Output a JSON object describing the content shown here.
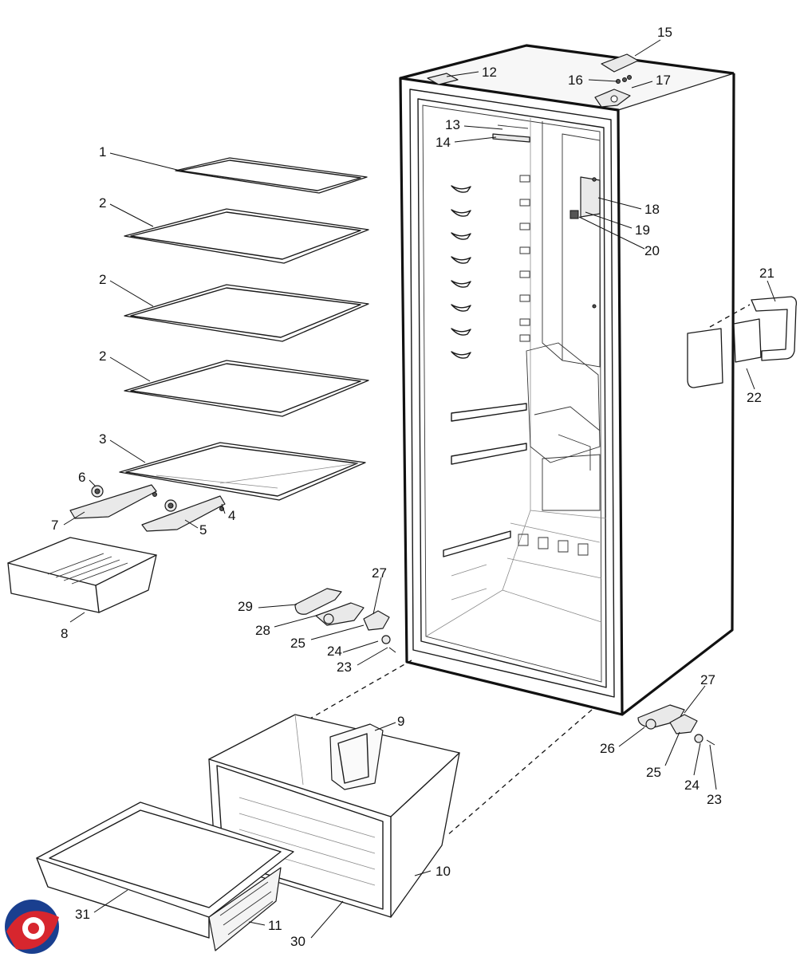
{
  "callouts": [
    {
      "id": "p1",
      "label": "1"
    },
    {
      "id": "p2a",
      "label": "2"
    },
    {
      "id": "p2b",
      "label": "2"
    },
    {
      "id": "p2c",
      "label": "2"
    },
    {
      "id": "p3",
      "label": "3"
    },
    {
      "id": "p4",
      "label": "4"
    },
    {
      "id": "p5",
      "label": "5"
    },
    {
      "id": "p6",
      "label": "6"
    },
    {
      "id": "p7",
      "label": "7"
    },
    {
      "id": "p8",
      "label": "8"
    },
    {
      "id": "p9",
      "label": "9"
    },
    {
      "id": "p10",
      "label": "10"
    },
    {
      "id": "p11",
      "label": "11"
    },
    {
      "id": "p12",
      "label": "12"
    },
    {
      "id": "p13",
      "label": "13"
    },
    {
      "id": "p14",
      "label": "14"
    },
    {
      "id": "p15",
      "label": "15"
    },
    {
      "id": "p16",
      "label": "16"
    },
    {
      "id": "p17",
      "label": "17"
    },
    {
      "id": "p18",
      "label": "18"
    },
    {
      "id": "p19",
      "label": "19"
    },
    {
      "id": "p20",
      "label": "20"
    },
    {
      "id": "p21",
      "label": "21"
    },
    {
      "id": "p22",
      "label": "22"
    },
    {
      "id": "p23a",
      "label": "23"
    },
    {
      "id": "p24a",
      "label": "24"
    },
    {
      "id": "p25a",
      "label": "25"
    },
    {
      "id": "p27a",
      "label": "27"
    },
    {
      "id": "p28",
      "label": "28"
    },
    {
      "id": "p29",
      "label": "29"
    },
    {
      "id": "p26",
      "label": "26"
    },
    {
      "id": "p27b",
      "label": "27"
    },
    {
      "id": "p25b",
      "label": "25"
    },
    {
      "id": "p24b",
      "label": "24"
    },
    {
      "id": "p23b",
      "label": "23"
    },
    {
      "id": "p30",
      "label": "30"
    },
    {
      "id": "p31",
      "label": "31"
    }
  ],
  "logo": {
    "icon": "brand-swirl-logo",
    "colors": [
      "#1a3f8f",
      "#d7262e"
    ]
  }
}
